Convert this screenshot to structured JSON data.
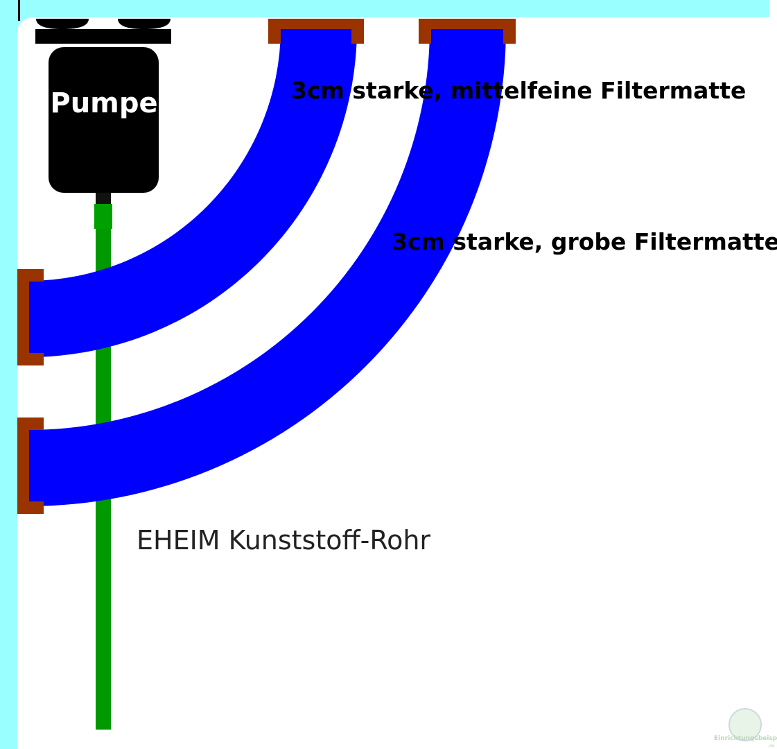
{
  "pump": {
    "label": "Pumpe"
  },
  "labels": {
    "inner_mat": "3cm starke, mittelfeine Filtermatte",
    "outer_mat": "3cm starke, grobe Filtermatte",
    "pipe": "EHEIM Kunststoff-Rohr"
  },
  "watermark": {
    "text": "Einrichtungsbeispiele",
    "domain": ".de"
  },
  "colors": {
    "water": "#99ffff",
    "filter_mat": "#0000ff",
    "bracket": "#993300",
    "pipe": "#009900",
    "pump": "#000000"
  }
}
